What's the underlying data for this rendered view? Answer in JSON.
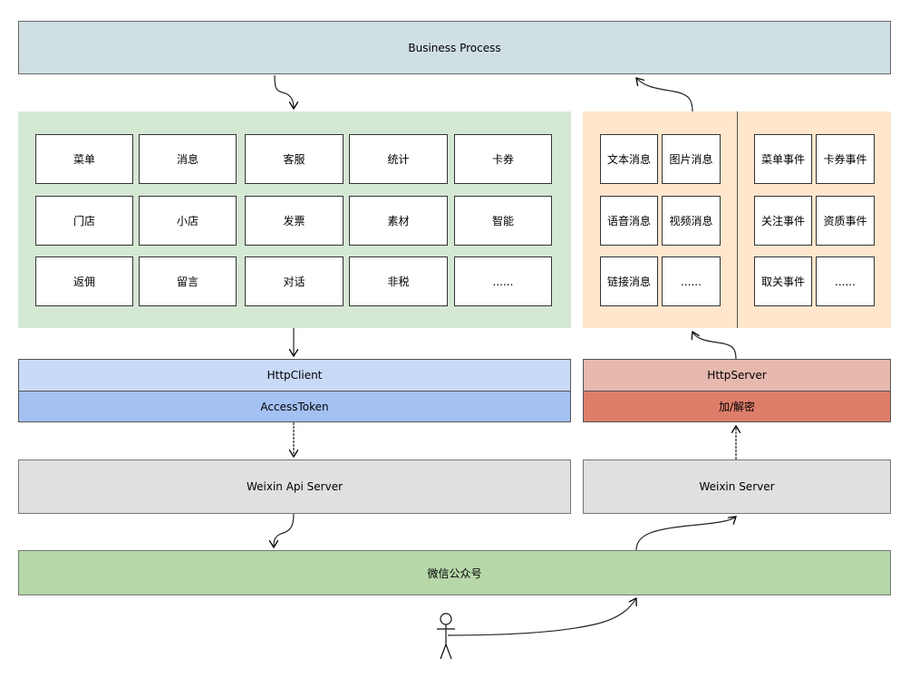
{
  "business_process": "Business Process",
  "api_modules": [
    "菜单",
    "消息",
    "客服",
    "统计",
    "卡券",
    "门店",
    "小店",
    "发票",
    "素材",
    "智能",
    "返佣",
    "留言",
    "对话",
    "非税",
    "......"
  ],
  "message_types": [
    "文本消息",
    "图片消息",
    "语音消息",
    "视频消息",
    "链接消息",
    "......"
  ],
  "event_types": [
    "菜单事件",
    "卡券事件",
    "关注事件",
    "资质事件",
    "取关事件",
    "......"
  ],
  "http_client": "HttpClient",
  "access_token": "AccessToken",
  "http_server": "HttpServer",
  "crypto": "加/解密",
  "weixin_api_server": "Weixin Api Server",
  "weixin_server": "Weixin Server",
  "official_account": "微信公众号",
  "colors": {
    "business_process": "#d0dfe4",
    "api_panel": "#d5e8d4",
    "message_panel": "#ffe6cc",
    "http_client": "#c9daf7",
    "access_token": "#a4c1f4",
    "http_server": "#e6b8ae",
    "crypto": "#dd7e6b",
    "server": "#e0e0e0",
    "official_account": "#b6d7a8"
  }
}
